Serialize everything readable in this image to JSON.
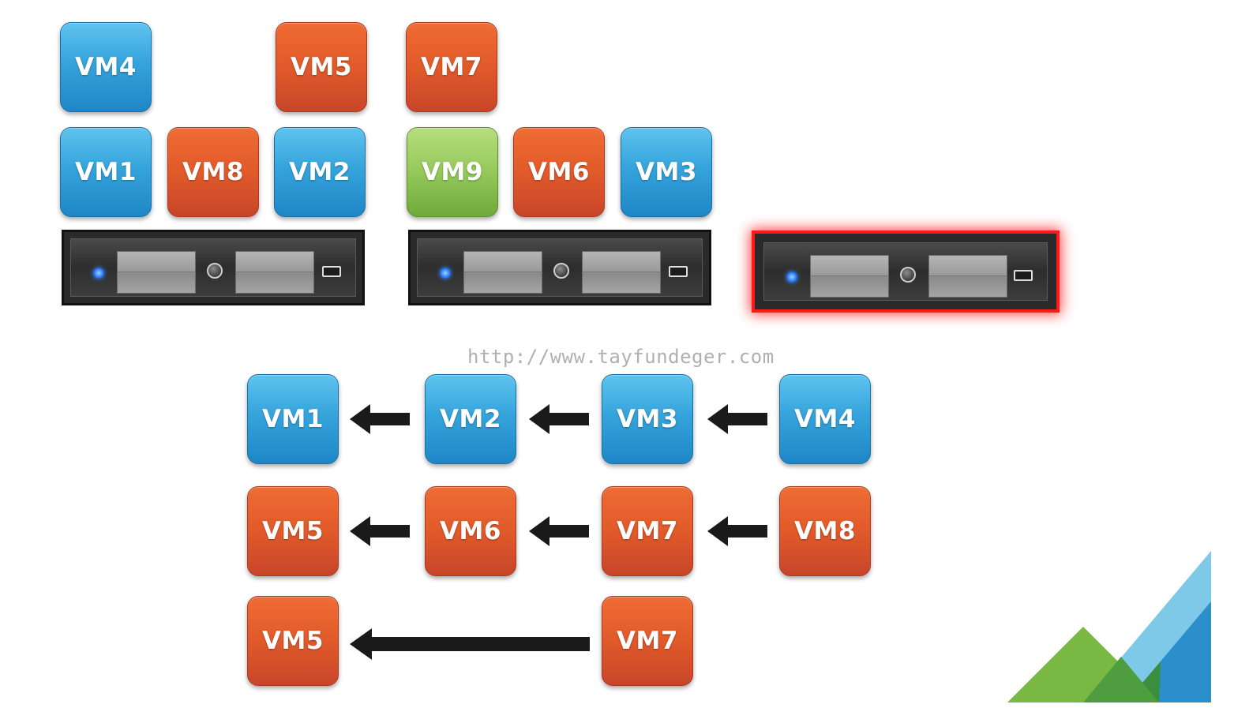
{
  "top_cluster": {
    "hosts": [
      {
        "vms_top": [
          "VM4",
          "VM5"
        ],
        "vms_bottom": [
          "VM1",
          "VM8",
          "VM2"
        ]
      },
      {
        "vms_top": [
          "VM7"
        ],
        "vms_bottom": [
          "VM9",
          "VM6",
          "VM3"
        ]
      },
      {
        "vms_top": [],
        "vms_bottom": [],
        "status": "failed"
      }
    ]
  },
  "watermark": "http://www.tayfundeger.com",
  "restart_order": {
    "rows": [
      [
        "VM1",
        "VM2",
        "VM3",
        "VM4"
      ],
      [
        "VM5",
        "VM6",
        "VM7",
        "VM8"
      ],
      [
        "VM5",
        "VM7"
      ]
    ]
  },
  "colors": {
    "blue_vm": "#35a4dc",
    "orange_vm": "#e15a2a",
    "green_vm": "#94c95a",
    "failed_host_glow": "#ff1a1a",
    "server_body": "#2a2a2a"
  }
}
